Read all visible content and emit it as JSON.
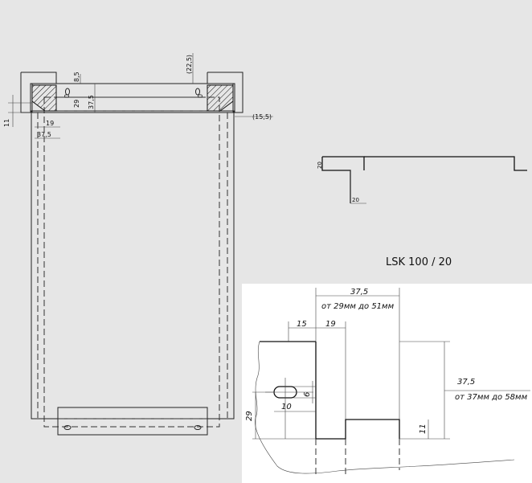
{
  "profile_label": "LSK 100 / 20",
  "main_dims": {
    "d_22_5": "(22,5)",
    "d_8_5": "8,5",
    "d_0_left": "0",
    "d_0_right": "0",
    "d_29": "29",
    "d_37_5_vertical": "37,5",
    "d_15_5": "(15,5)",
    "d_11": "11",
    "d_19": "19",
    "d_37_5_horizontal": "37,5"
  },
  "profile_dims": {
    "height_20": "20",
    "width_20": "20"
  },
  "detail_dims": {
    "top_37_5": "37,5",
    "top_range": "от 29мм до 51мм",
    "d_15": "15",
    "d_19": "19",
    "right_37_5": "37,5",
    "right_range": "от 37мм до 58мм",
    "d_6": "6",
    "d_10": "10",
    "d_29": "29",
    "d_11": "11"
  }
}
